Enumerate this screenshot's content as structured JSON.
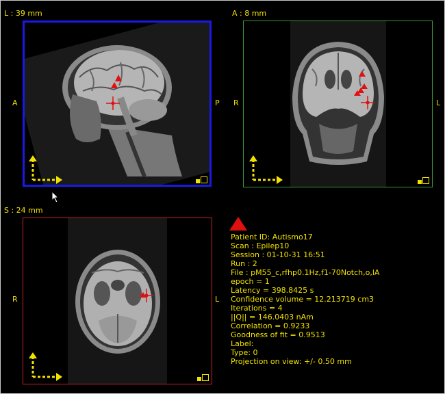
{
  "views": {
    "sagittal": {
      "label": "L : 39 mm",
      "left": "A",
      "right": "P",
      "border_color": "#1a1ae6"
    },
    "coronal": {
      "label": "A : 8 mm",
      "left": "R",
      "right": "L",
      "border_color": "#3c9c3c"
    },
    "axial": {
      "label": "S : 24 mm",
      "left": "R",
      "right": "L",
      "border_color": "#cc2222"
    }
  },
  "marker_color": "#e01010",
  "info": {
    "lines": [
      "Patient ID: Autismo17",
      "Scan : Epilep10",
      "Session : 01-10-31 16:51",
      "Run : 2",
      "File : pM55_c,rfhp0.1Hz,f1-70Notch,o,lA",
      "epoch = 1",
      "Latency = 398.8425 s",
      "Confidence volume = 12.213719 cm3",
      "Iterations = 4",
      "||Q|| = 146.0403 nAm",
      "Correlation = 0.9233",
      "Goodness of fit = 0.9513",
      "Label:",
      "Type: 0",
      "Projection on view: +/- 0.50 mm"
    ]
  },
  "icons": {
    "axes": "axes-arrows-icon",
    "view_toggle": "view-toggle-icon",
    "dipole": "red-triangle-icon",
    "crosshair": "crosshair-icon",
    "cursor": "mouse-pointer-icon"
  }
}
